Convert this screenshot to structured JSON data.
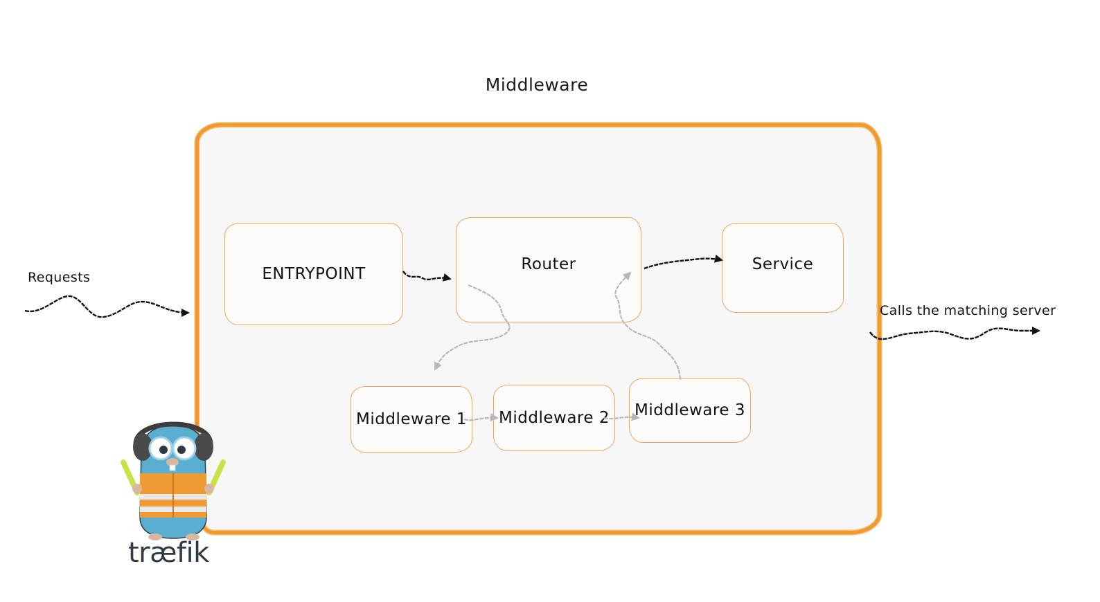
{
  "diagram": {
    "title": "Middleware",
    "nodes": {
      "entrypoint": "ENTRYPOINT",
      "router": "Router",
      "service": "Service",
      "middleware_1": "Middleware 1",
      "middleware_2": "Middleware 2",
      "middleware_3": "Middleware 3"
    },
    "labels": {
      "requests": "Requests",
      "calls": "Calls the matching server"
    },
    "edges": [
      {
        "from": "requests",
        "to": "entrypoint"
      },
      {
        "from": "entrypoint",
        "to": "router"
      },
      {
        "from": "router",
        "to": "middleware_1"
      },
      {
        "from": "middleware_1",
        "to": "middleware_2"
      },
      {
        "from": "middleware_2",
        "to": "middleware_3"
      },
      {
        "from": "middleware_3",
        "to": "router"
      },
      {
        "from": "router",
        "to": "service"
      },
      {
        "from": "service",
        "to": "calls"
      }
    ],
    "colors": {
      "frame": "#ee9a2e",
      "frame_fill": "#f8f7f7",
      "node_border": "#f0a64a",
      "arrow_main": "#111111",
      "arrow_middleware": "#b7b7b7",
      "mascot_body": "#5aaed0",
      "mascot_vest": "#ef9a33"
    }
  },
  "logo": {
    "text": "træfik",
    "icon": "gopher-mascot-icon"
  }
}
